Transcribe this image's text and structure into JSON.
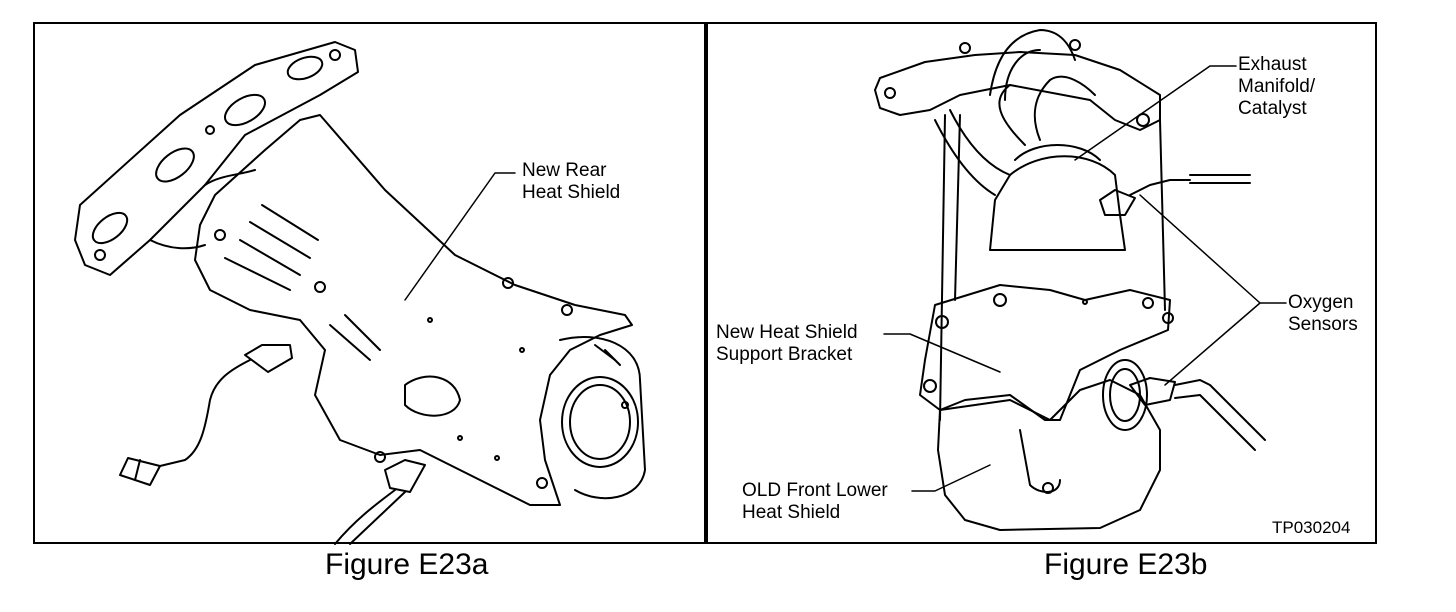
{
  "figure_a": {
    "caption": "Figure E23a",
    "callouts": {
      "new_rear_heat_shield": [
        "New Rear",
        "Heat Shield"
      ]
    }
  },
  "figure_b": {
    "caption": "Figure E23b",
    "code": "TP030204",
    "callouts": {
      "exhaust_manifold": [
        "Exhaust",
        "Manifold/",
        "Catalyst"
      ],
      "oxygen_sensors": [
        "Oxygen",
        "Sensors"
      ],
      "support_bracket": [
        "New Heat Shield",
        "Support Bracket"
      ],
      "old_front_shield": [
        "OLD Front Lower",
        "Heat Shield"
      ]
    }
  }
}
